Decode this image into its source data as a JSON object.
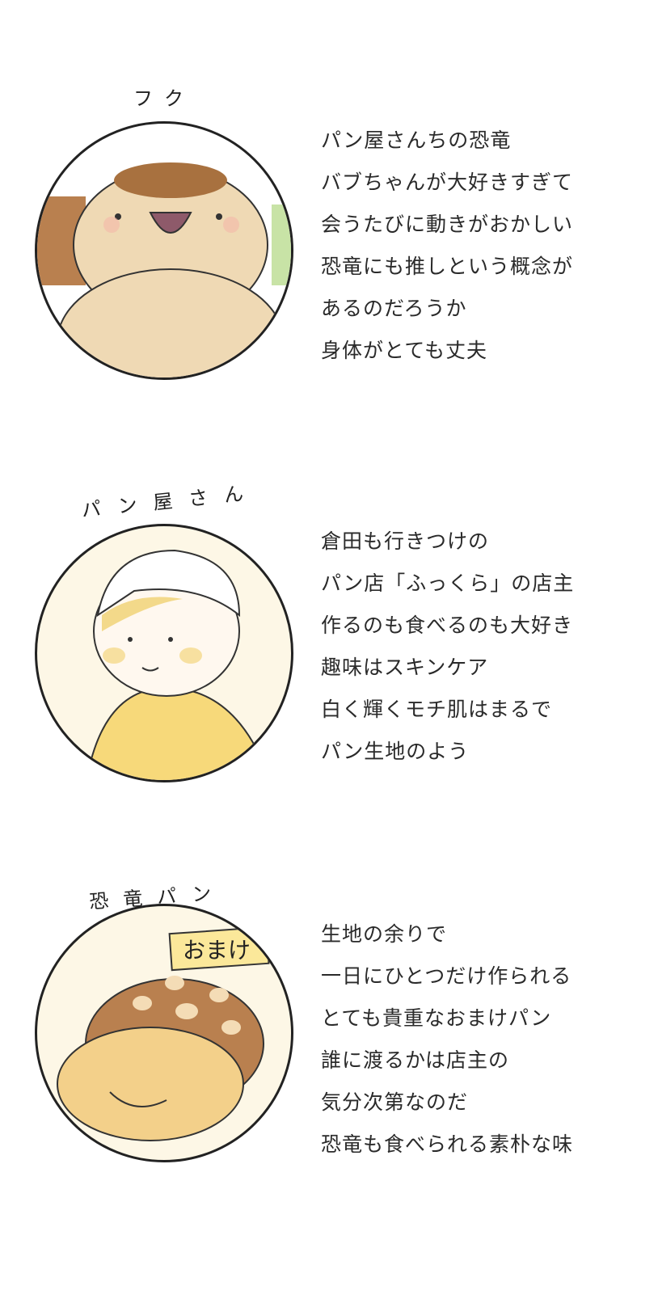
{
  "characters": [
    {
      "name": "フク",
      "description": [
        "パン屋さんちの恐竜",
        "バブちゃんが大好きすぎて",
        "会うたびに動きがおかしい",
        "恐竜にも推しという概念が",
        "あるのだろうか",
        "身体がとても丈夫"
      ]
    },
    {
      "name": "パン屋さん",
      "description": [
        "倉田も行きつけの",
        "パン店「ふっくら」の店主",
        "作るのも食べるのも大好き",
        "趣味はスキンケア",
        "白く輝くモチ肌はまるで",
        "パン生地のよう"
      ]
    },
    {
      "name": "恐竜パン",
      "sign_text": "おまけ",
      "description": [
        "生地の余りで",
        "一日にひとつだけ作られる",
        "とても貴重なおまけパン",
        "誰に渡るかは店主の",
        "気分次第なのだ",
        "恐竜も食べられる素朴な味"
      ]
    }
  ],
  "colors": {
    "dino": "#efd9b4",
    "bread": "#b9804f",
    "hair": "#f3d98a",
    "bg": "#fdf7e6"
  }
}
